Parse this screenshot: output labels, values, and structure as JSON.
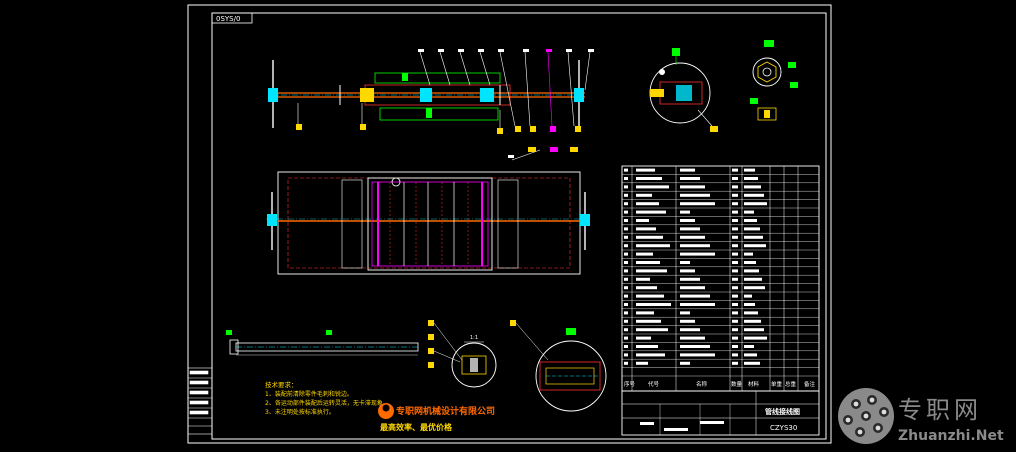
{
  "drawing": {
    "top_left_code": "0SYS/0",
    "title_block": {
      "header_cells": [
        "序号",
        "代号",
        "名称",
        "数量",
        "材料",
        "单重",
        "总重",
        "备注"
      ],
      "drawing_name": "管线接线图",
      "drawing_code": "CZYS30"
    },
    "company_name": "专职网机械设计有限公司",
    "company_slogan": "最高效率、最优价格",
    "notes_title": "技术要求：",
    "notes": [
      "1、装配前清除零件毛刺和锐边。",
      "2、各运动部件装配后运转灵活，无卡滞现象。",
      "3、未注明处按标准执行。"
    ],
    "scale_label": "1:1"
  },
  "watermark": {
    "text_cn": "专职网",
    "text_url": "Zhuanzhi.Net"
  },
  "colors": {
    "background": "#000000",
    "frame": "#ffffff",
    "cad_cyan": "#00e5ff",
    "cad_yellow": "#ffd800",
    "cad_green": "#00ff00",
    "cad_magenta": "#ff00ff",
    "cad_red": "#ff3030",
    "brand_orange": "#ff6a00"
  }
}
